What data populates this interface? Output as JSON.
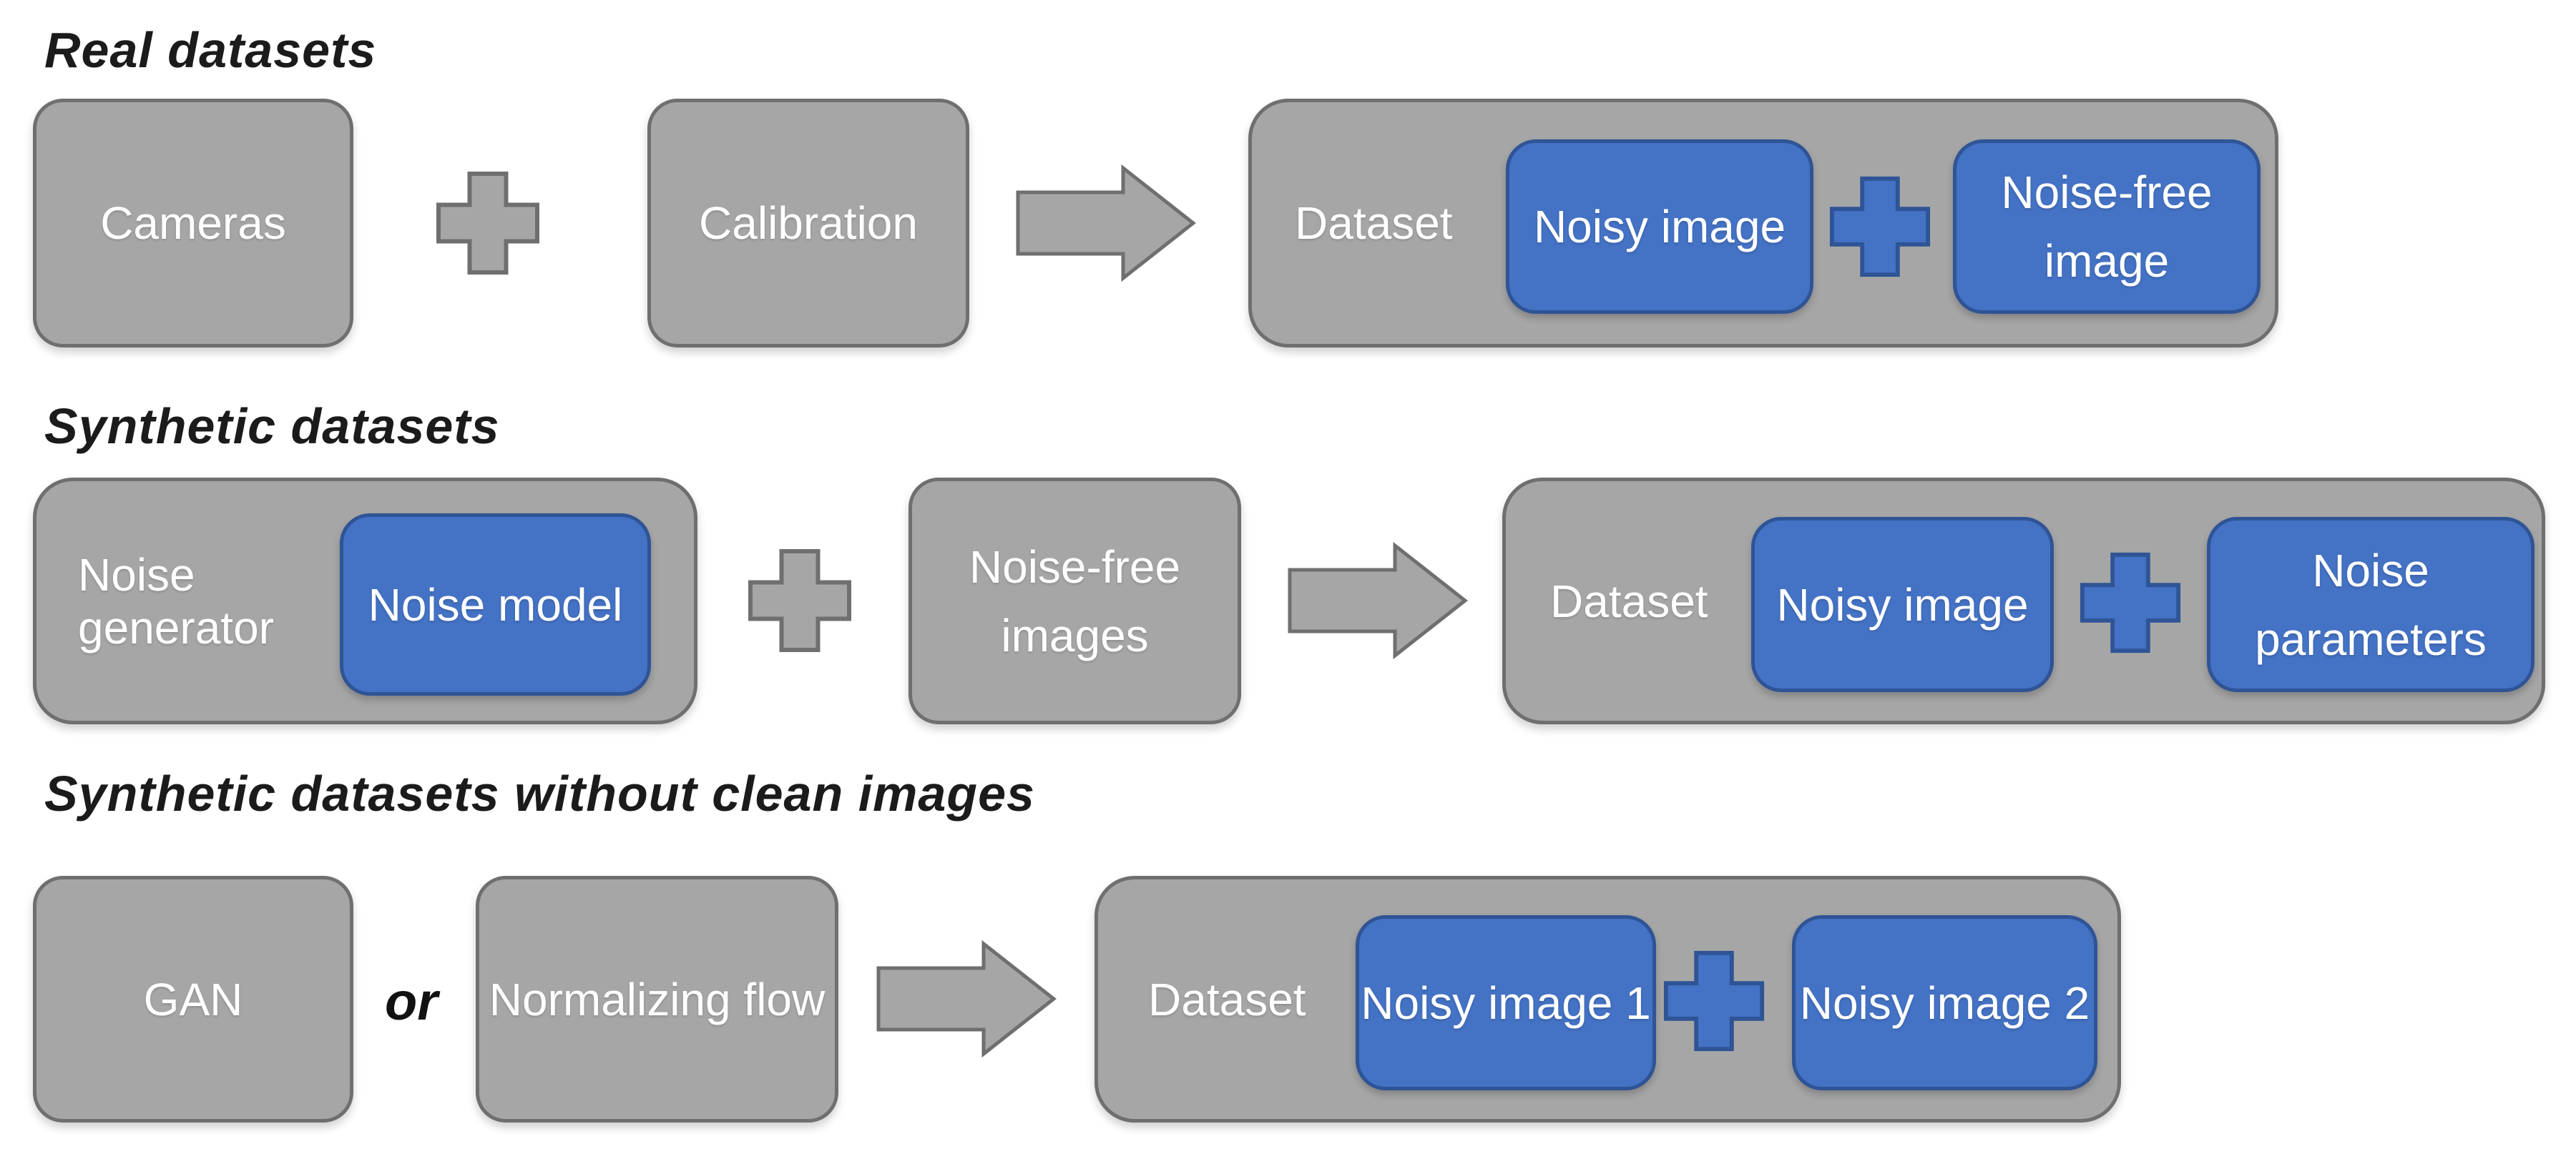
{
  "colors": {
    "background": "#ffffff",
    "shape_gray_fill": "#a6a6a6",
    "shape_gray_border": "#6f6f6f",
    "shape_blue_fill": "#4472c4",
    "shape_blue_border": "#2f5496",
    "shape_text": "#ffffff",
    "title_text": "#1b1b1b"
  },
  "icons": {
    "plus_gray": "plus-icon (gray combine operator)",
    "plus_blue": "plus-icon (blue pair operator)",
    "arrow": "right-arrow-icon (produces)"
  },
  "rows": [
    {
      "title": "Real datasets",
      "sources": [
        {
          "label": "Cameras"
        },
        {
          "label": "Calibration"
        }
      ],
      "dataset": {
        "label": "Dataset",
        "items": [
          "Noisy image",
          "Noise-free image"
        ]
      }
    },
    {
      "title": "Synthetic datasets",
      "generator": {
        "label": "Noise generator",
        "inner": "Noise model"
      },
      "source2": "Noise-free images",
      "dataset": {
        "label": "Dataset",
        "items": [
          "Noisy image",
          "Noise parameters"
        ]
      }
    },
    {
      "title": "Synthetic datasets without clean images",
      "sources": [
        {
          "label": "GAN"
        },
        {
          "label": "Normalizing flow"
        }
      ],
      "or_label": "or",
      "dataset": {
        "label": "Dataset",
        "items": [
          "Noisy image 1",
          "Noisy image 2"
        ]
      }
    }
  ]
}
